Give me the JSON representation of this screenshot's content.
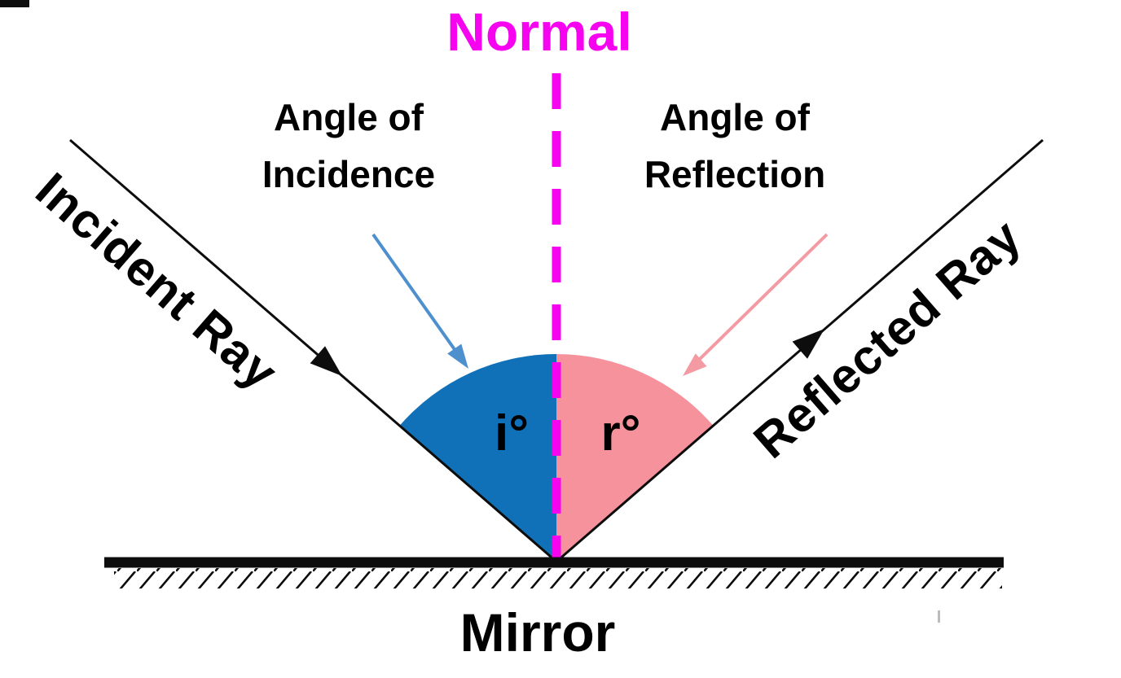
{
  "colors": {
    "normal": "#f603f0",
    "ink": "#0d0d0d",
    "incidence_sector": "#1070b8",
    "reflection_sector": "#f6929c",
    "incidence_arrow": "#4e90cd",
    "reflection_arrow": "#f49aa2",
    "stray_mark": "#bcbcbc"
  },
  "labels": {
    "normal": "Normal",
    "incident_ray": "Incident Ray",
    "reflected_ray": "Reflected Ray",
    "mirror": "Mirror",
    "angle_of_incidence": {
      "line1": "Angle of",
      "line2": "Incidence"
    },
    "angle_of_reflection": {
      "line1": "Angle of",
      "line2": "Reflection"
    },
    "incidence_symbol": "i°",
    "reflection_symbol": "r°"
  }
}
